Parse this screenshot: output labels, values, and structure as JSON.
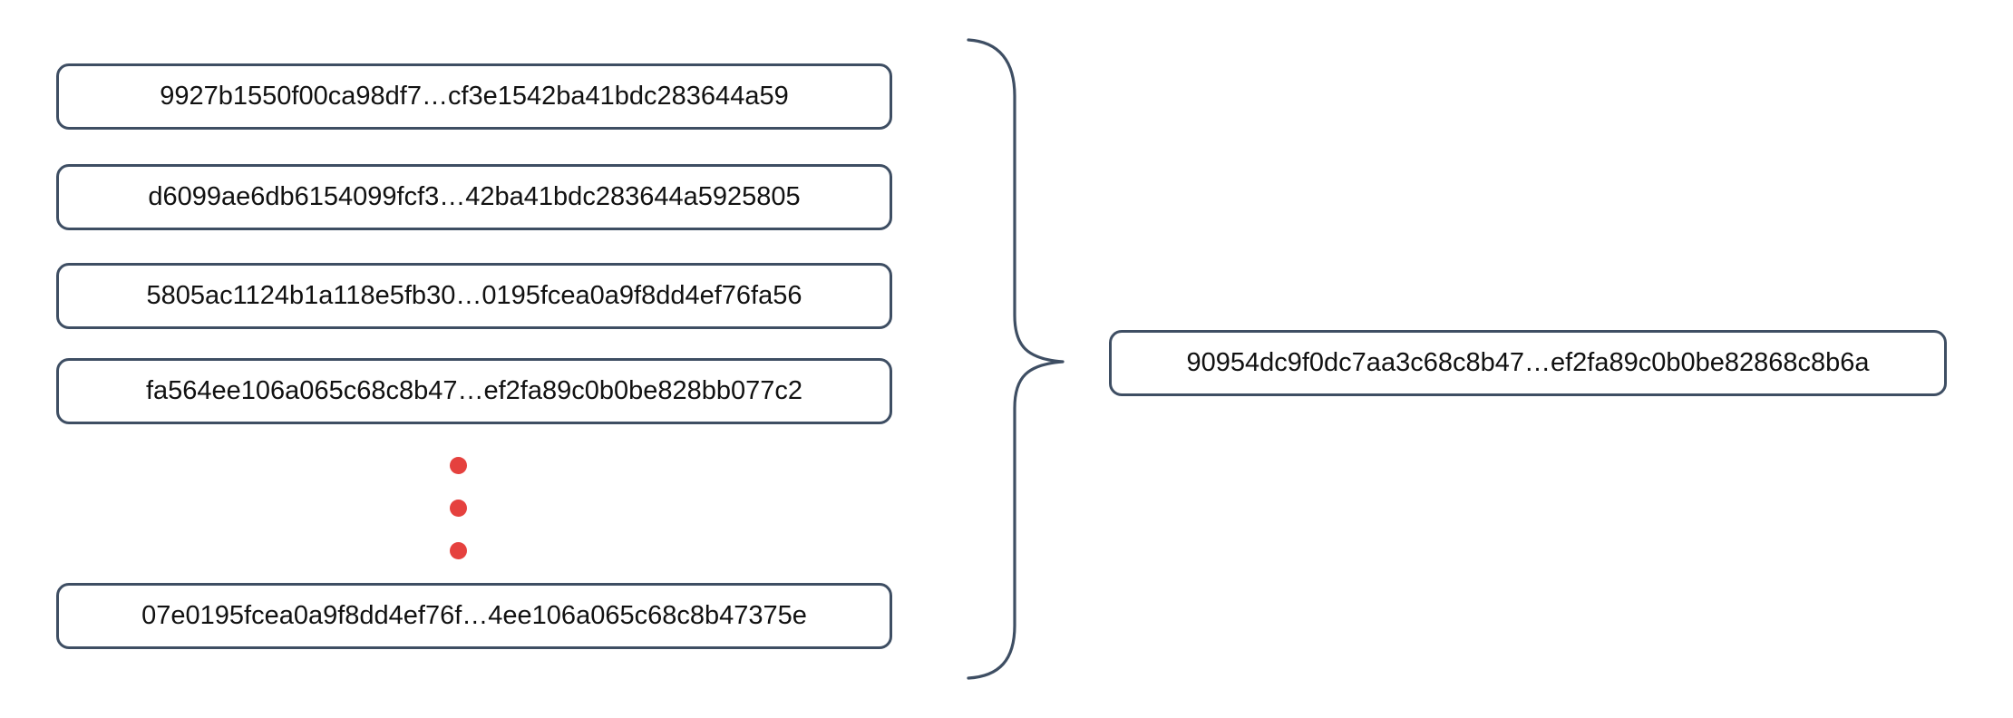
{
  "diagram": {
    "leaf_hashes": [
      "9927b1550f00ca98df7…cf3e1542ba41bdc283644a59",
      "d6099ae6db6154099fcf3…42ba41bdc283644a5925805",
      "5805ac1124b1a118e5fb30…0195fcea0a9f8dd4ef76fa56",
      "fa564ee106a065c68c8b47…ef2fa89c0b0be828bb077c2",
      "07e0195fcea0a9f8dd4ef76f…4ee106a065c68c8b47375e"
    ],
    "result_hash": "90954dc9f0dc7aa3c68c8b47…ef2fa89c0b0be82868c8b6a",
    "colors": {
      "node_border": "#3e4e63",
      "node_background": "#ffffff",
      "text": "#111111",
      "ellipsis_dot": "#e5413e",
      "brace": "#3e4e63"
    }
  }
}
